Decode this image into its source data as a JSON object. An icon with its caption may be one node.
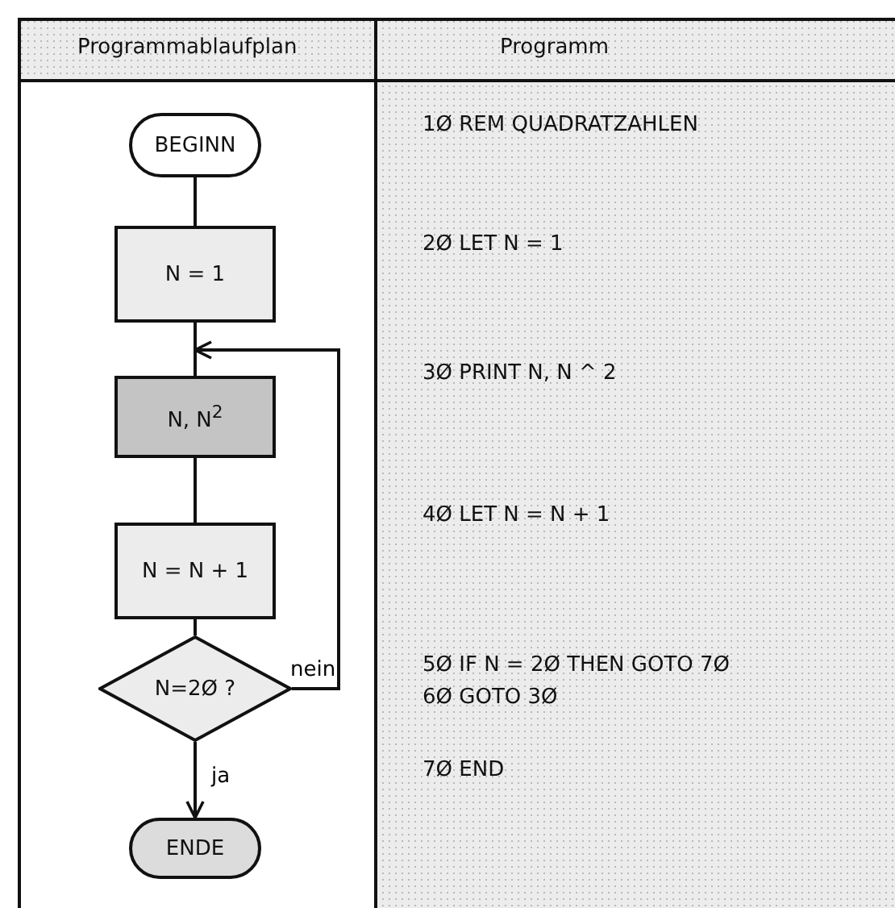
{
  "diagram": {
    "nodes": [
      {
        "text": [
          "BEGINN"
        ]
      },
      {
        "text": [
          "N = 1"
        ]
      },
      {
        "text": [
          "N, N$^{2}$"
        ]
      },
      {
        "text": [
          "N = N + 1"
        ]
      },
      {
        "text": [
          "N=2Ø ?"
        ]
      },
      {
        "text": [
          "ENDE"
        ]
      }
    ],
    "edges": [
      {
        "from": 0,
        "to": 1,
        "arrow": "none"
      },
      {
        "from": 1,
        "to": 2,
        "arrow": "none"
      },
      {
        "from": 2,
        "to": 3,
        "arrow": "none"
      },
      {
        "from": 3,
        "to": 4,
        "arrow": "none"
      },
      {
        "from": 4,
        "to": 5,
        "arrow": "to",
        "label": "ja"
      },
      {
        "from": 4,
        "to": 2,
        "arrow": "to",
        "label": "nein"
      }
    ],
    "labels": [
      "Programmablaufplan",
      "Programm",
      "1Ø REM QUADRATZAHLEN",
      "2Ø LET N = 1",
      "3Ø PRINT N, N ^ 2",
      "4Ø LET N = N + 1",
      "5Ø IF N = 2Ø THEN GOTO 7Ø",
      "6Ø GOTO 3Ø",
      "7Ø END"
    ]
  }
}
